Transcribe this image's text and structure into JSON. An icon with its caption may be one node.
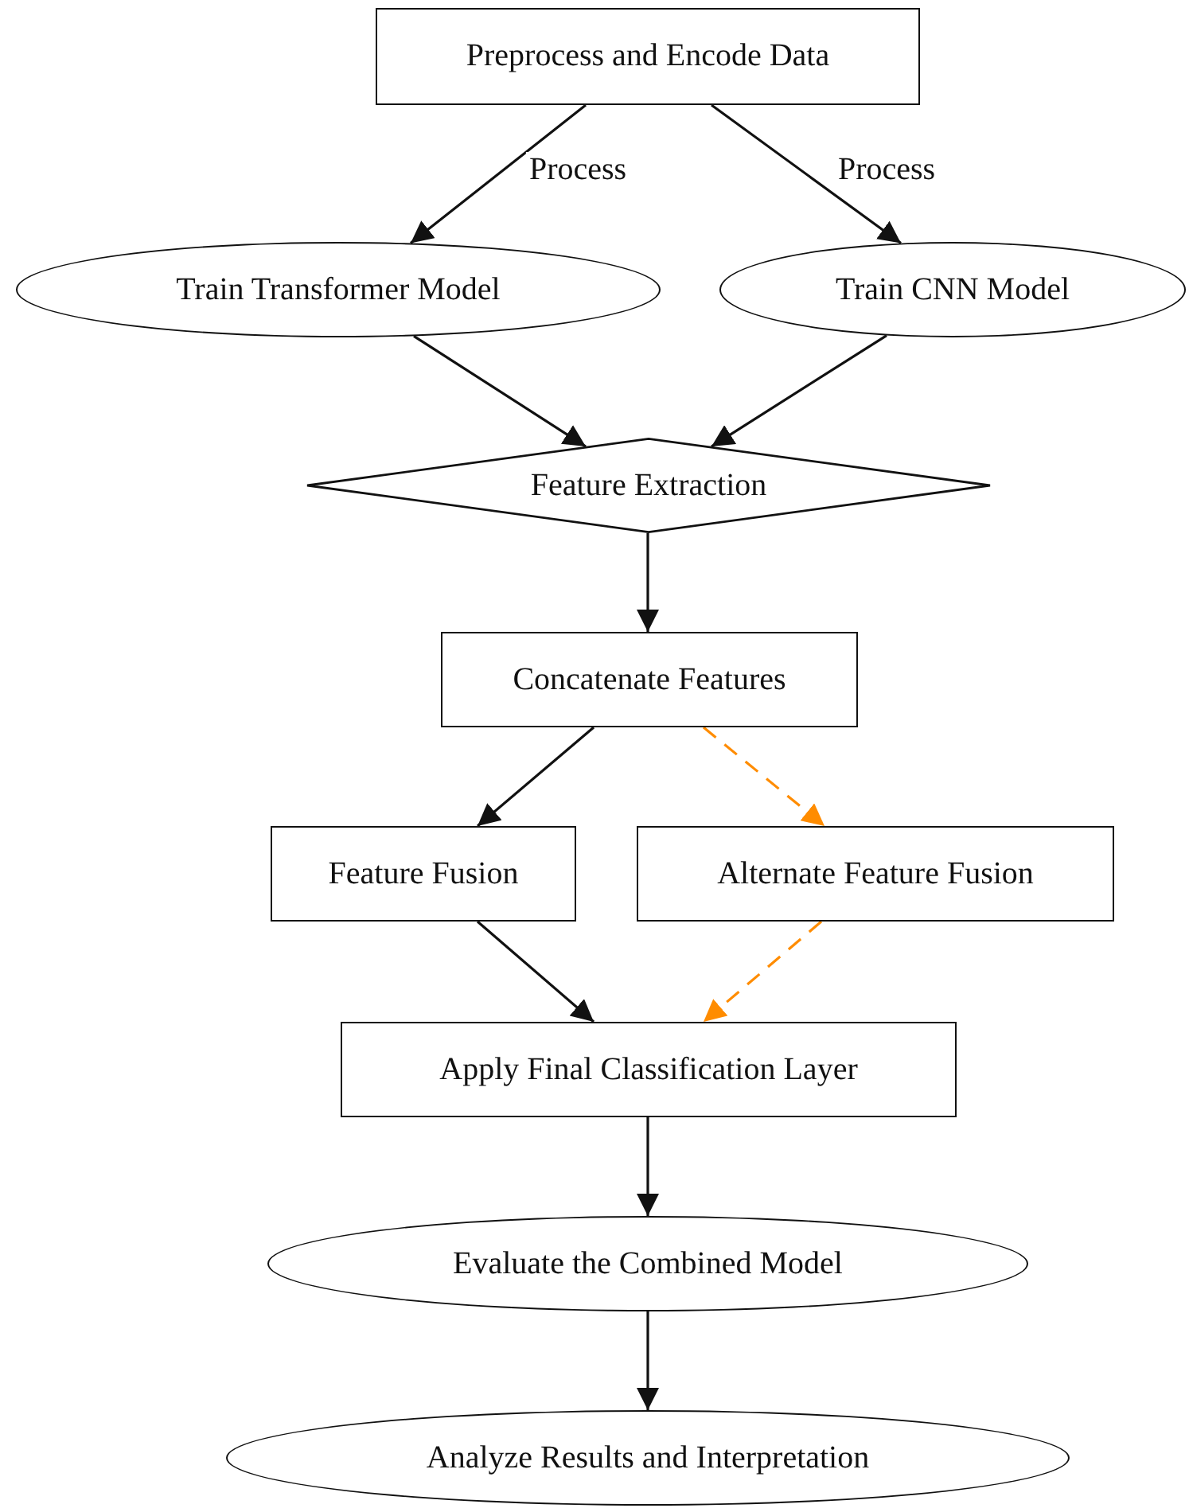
{
  "diagram": {
    "nodes": [
      {
        "text": [
          "Preprocess and Encode Data"
        ]
      },
      {
        "text": [
          "Train Transformer Model"
        ]
      },
      {
        "text": [
          "Train CNN Model"
        ]
      },
      {
        "text": [
          "Feature Extraction"
        ]
      },
      {
        "text": [
          "Concatenate Features"
        ]
      },
      {
        "text": [
          "Feature Fusion"
        ]
      },
      {
        "text": [
          "Alternate Feature Fusion"
        ]
      },
      {
        "text": [
          "Apply Final Classification Layer"
        ]
      },
      {
        "text": [
          "Evaluate the Combined Model"
        ]
      },
      {
        "text": [
          "Analyze Results and Interpretation"
        ]
      }
    ],
    "edges": [
      {
        "from": 0,
        "to": 1,
        "arrow": "to",
        "label": "Process"
      },
      {
        "from": 0,
        "to": 2,
        "arrow": "to",
        "label": "Process"
      },
      {
        "from": 1,
        "to": 3,
        "arrow": "to"
      },
      {
        "from": 2,
        "to": 3,
        "arrow": "to"
      },
      {
        "from": 3,
        "to": 4,
        "arrow": "to"
      },
      {
        "from": 4,
        "to": 5,
        "arrow": "to"
      },
      {
        "from": 4,
        "to": 6,
        "arrow": "to",
        "style": "dashed",
        "color": "#ff8c00"
      },
      {
        "from": 5,
        "to": 7,
        "arrow": "to"
      },
      {
        "from": 6,
        "to": 7,
        "arrow": "to",
        "style": "dashed",
        "color": "#ff8c00"
      },
      {
        "from": 7,
        "to": 8,
        "arrow": "to"
      },
      {
        "from": 8,
        "to": 9,
        "arrow": "to"
      }
    ]
  }
}
